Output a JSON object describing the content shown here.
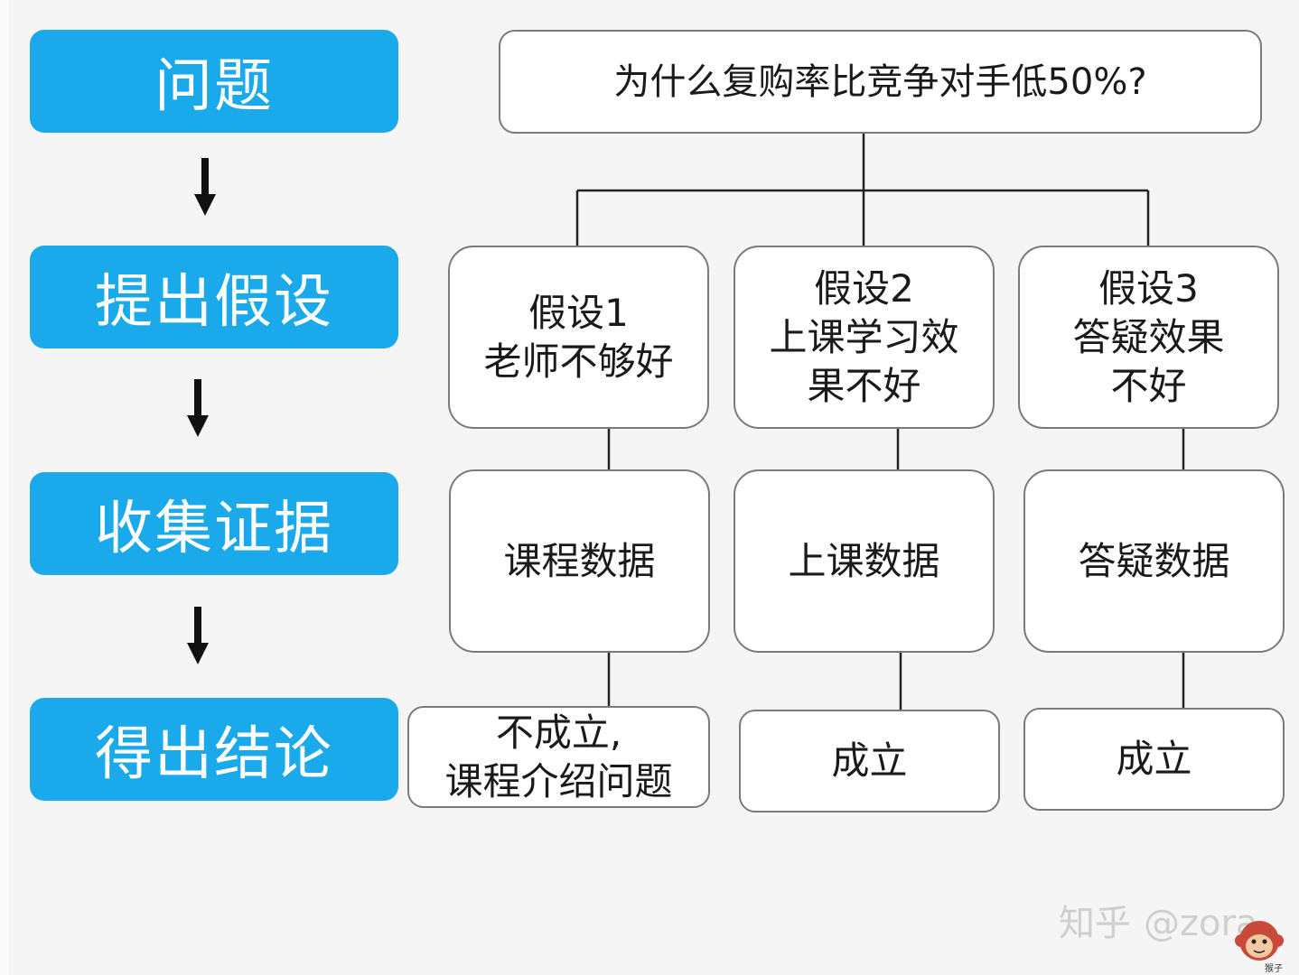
{
  "steps": {
    "problem": "问题",
    "hypothesis": "提出假设",
    "evidence": "收集证据",
    "conclusion": "得出结论"
  },
  "question": "为什么复购率比竞争对手低50%?",
  "hypotheses": [
    {
      "title": "假设1",
      "lines": [
        "老师不够好"
      ]
    },
    {
      "title": "假设2",
      "lines": [
        "上课学习效",
        "果不好"
      ]
    },
    {
      "title": "假设3",
      "lines": [
        "答疑效果",
        "不好"
      ]
    }
  ],
  "data_boxes": [
    "课程数据",
    "上课数据",
    "答疑数据"
  ],
  "conclusions": [
    {
      "lines": [
        "不成立,",
        "课程介绍问题"
      ]
    },
    {
      "lines": [
        "成立"
      ]
    },
    {
      "lines": [
        "成立"
      ]
    }
  ],
  "watermark": {
    "site": "知乎",
    "handle": "@zora",
    "mascot_label": "猴子"
  },
  "colors": {
    "step_bg": "#1aa9ea",
    "box_border": "#7a7a7a",
    "line": "#222222"
  }
}
